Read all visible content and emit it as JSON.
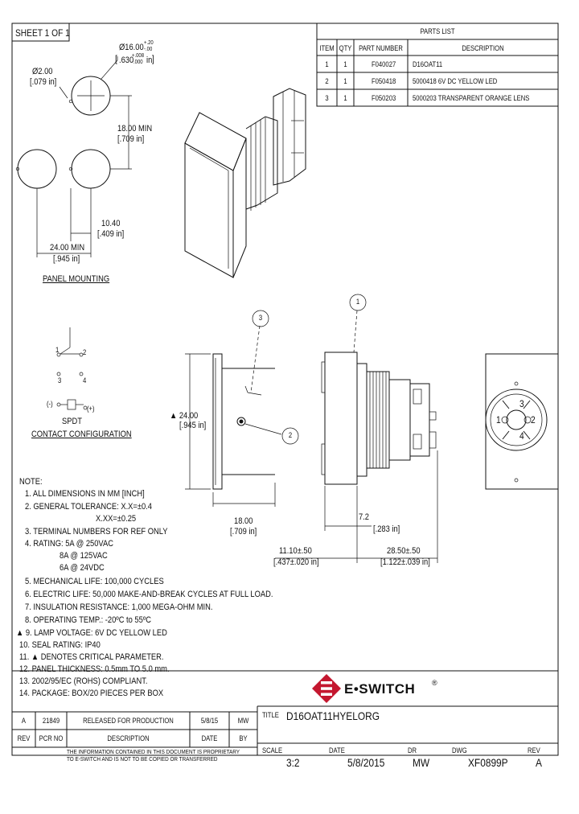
{
  "sheet": "SHEET 1 OF 1",
  "parts_list": {
    "title": "PARTS LIST",
    "headers": [
      "ITEM",
      "QTY",
      "PART NUMBER",
      "DESCRIPTION"
    ],
    "rows": [
      [
        "1",
        "1",
        "F040027",
        "D16OAT11"
      ],
      [
        "2",
        "1",
        "F050418",
        "5000418 6V DC YELLOW LED"
      ],
      [
        "3",
        "1",
        "F050203",
        "5000203 TRANSPARENT ORANGE LENS"
      ]
    ]
  },
  "panel_mounting": {
    "dia_mm": "Ø16.00",
    "dia_tol_up": "+.20",
    "dia_tol_dn": "-.00",
    "dia_in": ".630",
    "dia_in_tol_up": "+.008",
    "dia_in_tol_dn": "-.000",
    "dia_in_unit": "in",
    "small_dia_mm": "Ø2.00",
    "small_dia_in": "[.079 in]",
    "spacing_v_mm": "18.00 MIN",
    "spacing_v_in": "[.709 in]",
    "offset_mm": "10.40",
    "offset_in": "[.409 in]",
    "spacing_h_mm": "24.00 MIN",
    "spacing_h_in": "[.945 in]",
    "label": "PANEL MOUNTING"
  },
  "contact": {
    "label_spdt": "SPDT",
    "label": "CONTACT CONFIGURATION",
    "t1": "1",
    "t2": "2",
    "t3": "3",
    "t4": "4",
    "minus": "(-)",
    "plus": "(+)"
  },
  "notes": {
    "title": "NOTE:",
    "items": [
      "1. ALL DIMENSIONS IN MM [INCH]",
      "2. GENERAL TOLERANCE: X.X=±0.4",
      "X.XX=±0.25",
      "3. TERMINAL NUMBERS FOR REF ONLY",
      "4. RATING: 5A @ 250VAC",
      "8A @ 125VAC",
      "6A @ 24VDC",
      "5. MECHANICAL LIFE: 100,000 CYCLES",
      "6. ELECTRIC LIFE: 50,000 MAKE-AND-BREAK CYCLES AT FULL LOAD.",
      "7. INSULATION RESISTANCE: 1,000 MEGA-OHM MIN.",
      "8. OPERATING TEMP.: -20ºC to 55ºC",
      "▲ 9. LAMP VOLTAGE: 6V DC YELLOW LED",
      "10. SEAL RATING: IP40",
      "11. ▲ DENOTES CRITICAL PARAMETER.",
      "12. PANEL THICKNESS: 0.5mm TO 5.0 mm.",
      "13. 2002/95/EC (ROHS) COMPLIANT.",
      "14. PACKAGE: BOX/20 PIECES PER BOX"
    ]
  },
  "side_view": {
    "height_mm": "▲ 24.00",
    "height_in": "[.945 in]",
    "depth_mm": "18.00",
    "depth_in": "[.709 in]",
    "balloon_3": "3",
    "balloon_2": "2",
    "balloon_1": "1",
    "flange_mm": "7.2",
    "flange_in": "[.283 in]",
    "front_mm": "11.10±.50",
    "front_in": "[.437±.020 in]",
    "body_mm": "28.50±.50",
    "body_in": "[1.122±.039 in]"
  },
  "rear_view": {
    "pin_1": "1",
    "pin_2": "2",
    "pin_3": "3",
    "pin_4": "4"
  },
  "logo": {
    "brand": "E•SWITCH",
    "reg": "®"
  },
  "revision": {
    "row": [
      "A",
      "21849",
      "RELEASED FOR PRODUCTION",
      "5/8/15",
      "MW"
    ],
    "headers": [
      "REV",
      "PCR NO",
      "DESCRIPTION",
      "DATE",
      "BY"
    ]
  },
  "disclaimer": [
    "THE INFORMATION CONTAINED IN THIS DOCUMENT IS PROPRIETARY",
    "TO E-SWITCH AND IS NOT TO BE COPIED OR TRANSFERRED"
  ],
  "title_block": {
    "title_label": "TITLE",
    "title": "D16OAT11HYELORG",
    "scale_label": "SCALE",
    "scale": "3:2",
    "date_label": "DATE",
    "date": "5/8/2015",
    "dr_label": "DR",
    "dr": "MW",
    "dwg_label": "DWG",
    "dwg": "XF0899P",
    "rev_label": "REV",
    "rev": "A"
  },
  "colors": {
    "logo_red": "#c4172f",
    "ink": "#111111"
  }
}
